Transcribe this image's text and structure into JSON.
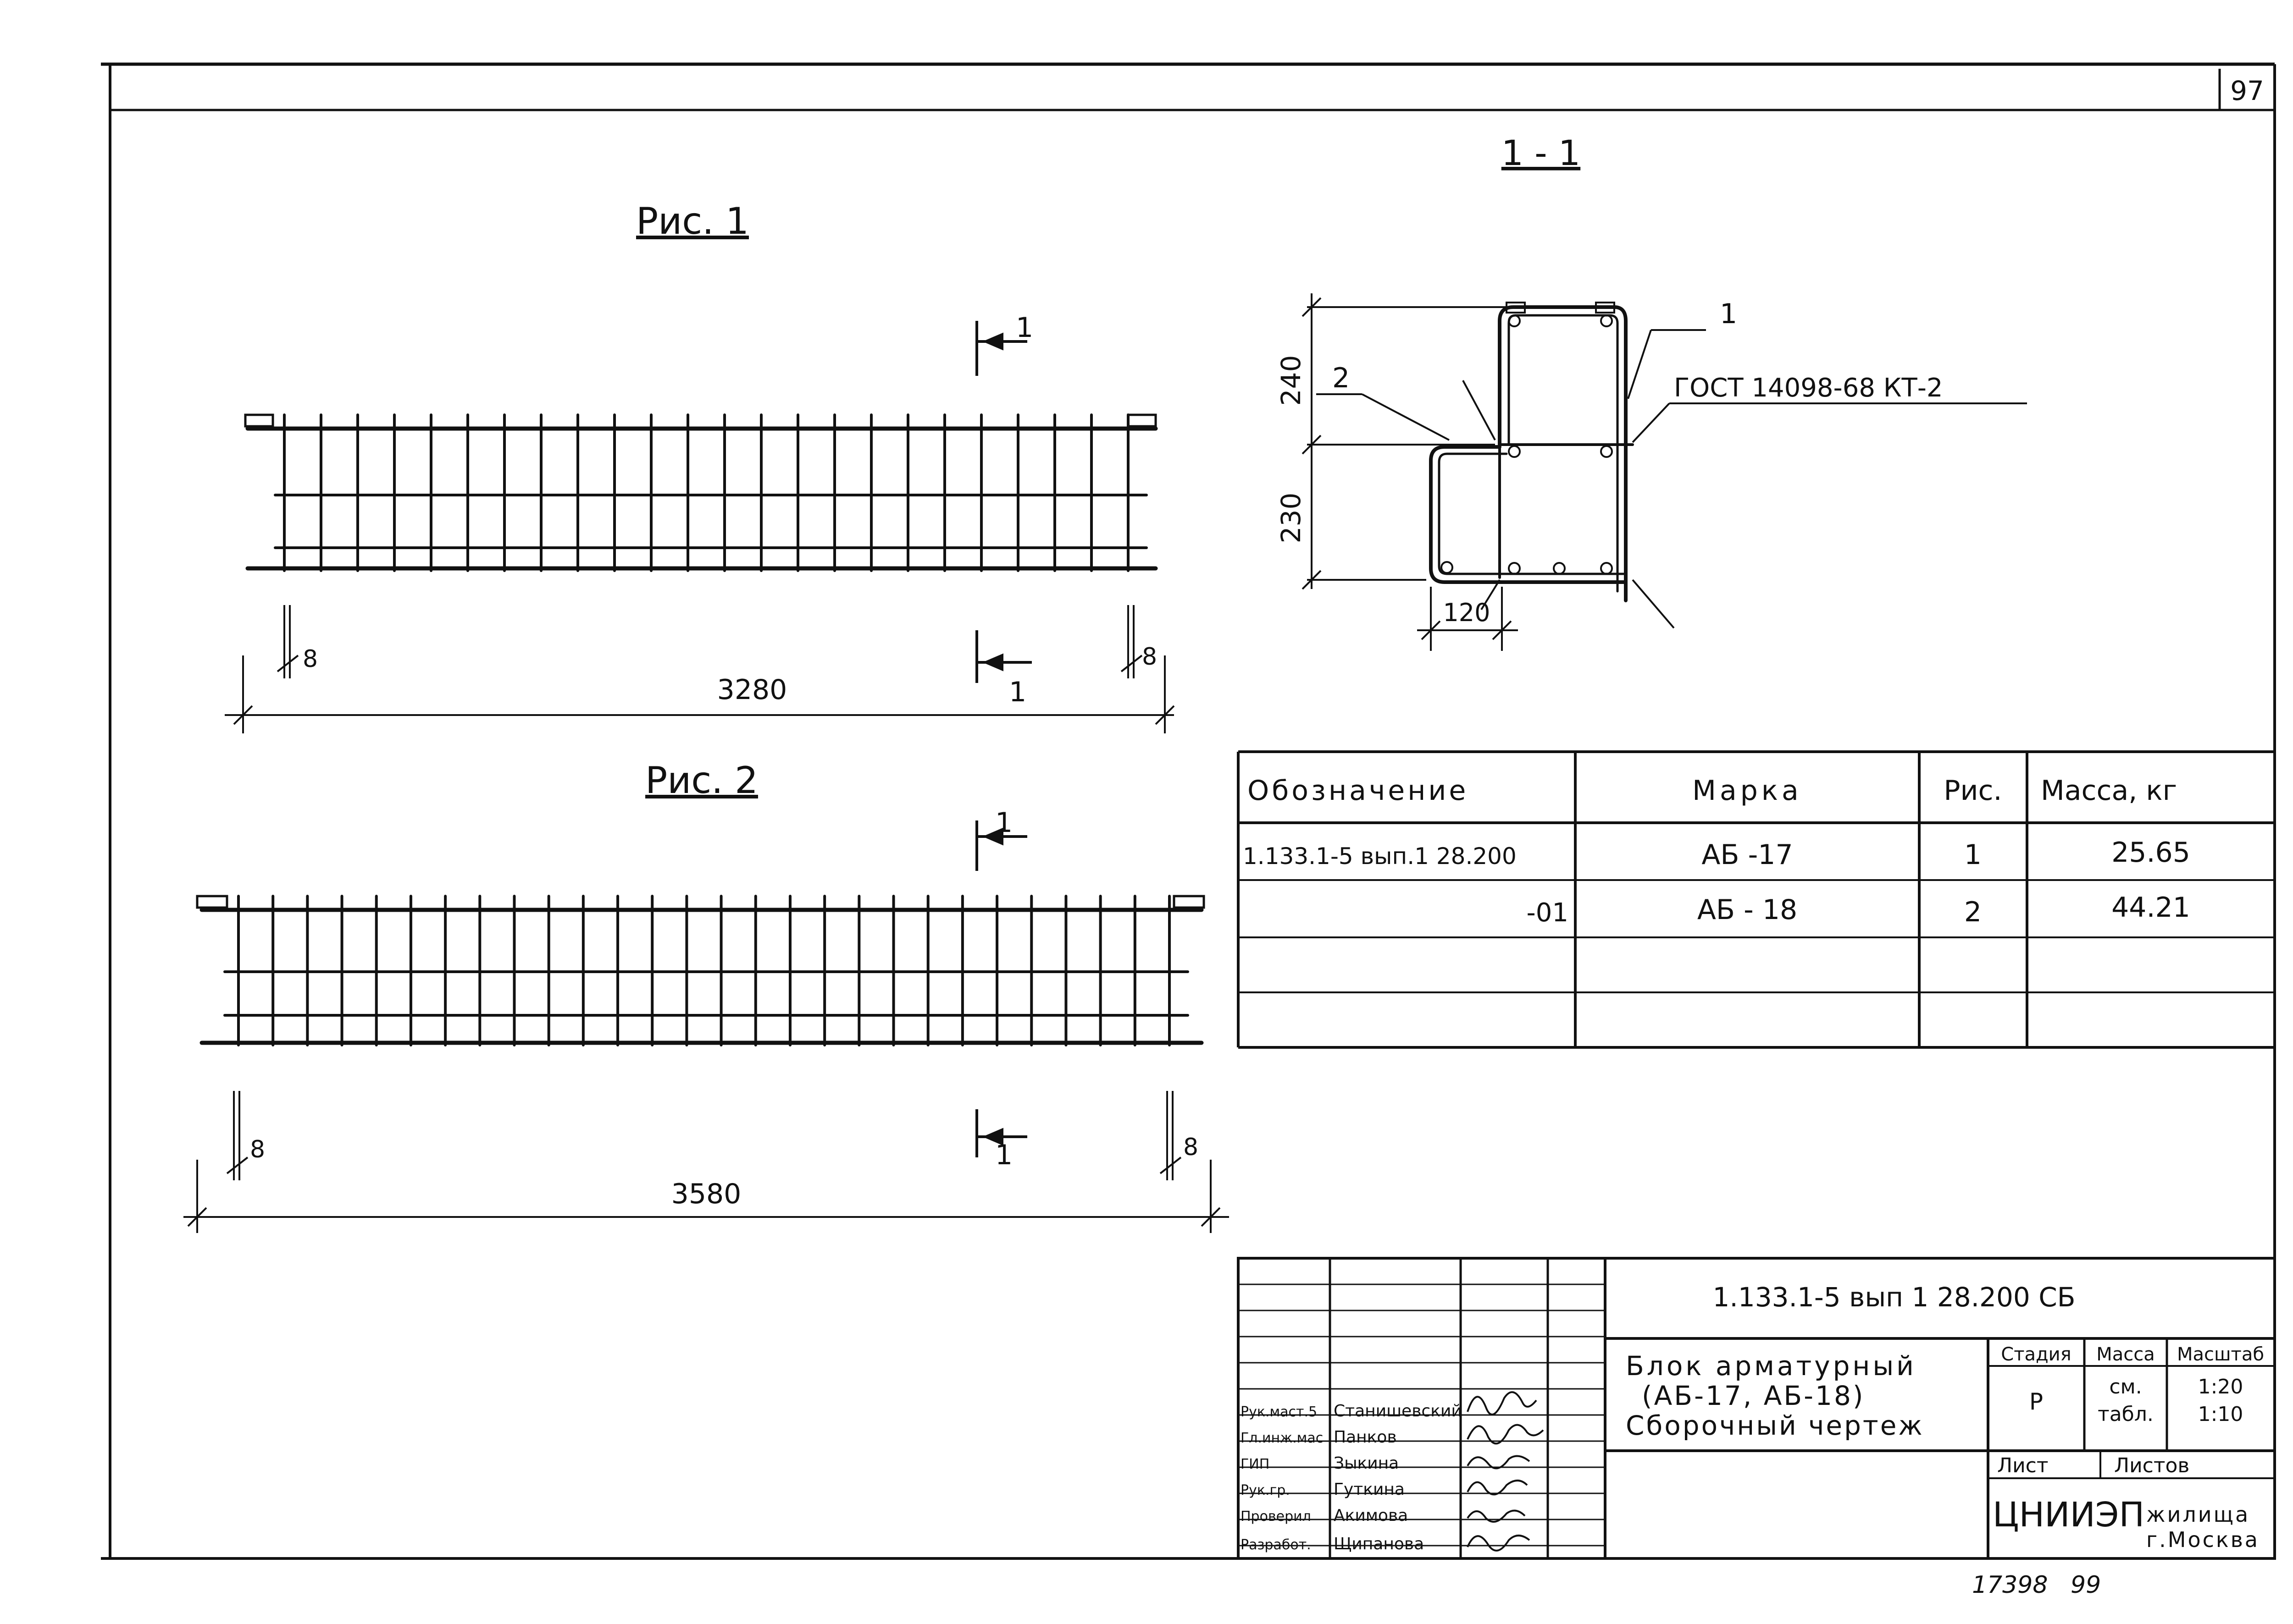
{
  "sheet_number": "97",
  "section_title": "1 - 1",
  "fig1": {
    "title": "Рис. 1",
    "dimension_total": "3280",
    "dimension_left": "8",
    "dimension_right": "8",
    "cut_mark_top": "1",
    "cut_mark_bottom": "1"
  },
  "fig2": {
    "title": "Рис. 2",
    "dimension_total": "3580",
    "dimension_left": "8",
    "dimension_right": "8",
    "cut_mark_top": "1",
    "cut_mark_bottom": "1"
  },
  "section": {
    "dim_240": "240",
    "dim_230": "230",
    "dim_120": "120",
    "callout_1": "1",
    "callout_2": "2",
    "gost_label": "ГОСТ 14098-68 КТ-2"
  },
  "spec_table": {
    "headers": [
      "Обозначение",
      "Марка",
      "Рис.",
      "Масса, кг"
    ],
    "rows": [
      [
        "1.133.1-5 вып.1   28.200",
        "АБ -17",
        "1",
        "25.65"
      ],
      [
        "-01",
        "АБ - 18",
        "2",
        "44.21"
      ],
      [
        "",
        "",
        "",
        ""
      ],
      [
        "",
        "",
        "",
        ""
      ]
    ]
  },
  "title_block": {
    "document_code": "1.133.1-5 вып 1  28.200 СБ",
    "name_line1": "Блок арматурный",
    "name_line2": "(АБ-17, АБ-18)",
    "name_line3": "Сборочный чертеж",
    "stage_header": "Стадия",
    "mass_header": "Масса",
    "scale_header": "Масштаб",
    "stage_value": "Р",
    "mass_value_1": "см.",
    "mass_value_2": "табл.",
    "scale_value_1": "1:20",
    "scale_value_2": "1:10",
    "sheet_label": "Лист",
    "sheets_label": "Листов",
    "organization": "ЦНИИЭП",
    "organization_suffix": "жилища",
    "city": "г.Москва",
    "signatures": [
      {
        "role": "Рук.маст.5",
        "name": "Станишевский"
      },
      {
        "role": "Гл.инж.мас",
        "name": "Панков"
      },
      {
        "role": "ГИП",
        "name": "Зыкина"
      },
      {
        "role": "Рук.гр.",
        "name": "Гуткина"
      },
      {
        "role": "Проверил",
        "name": "Акимова"
      },
      {
        "role": "Разработ.",
        "name": "Щипанова"
      }
    ]
  },
  "footer_numbers": "17398   99"
}
